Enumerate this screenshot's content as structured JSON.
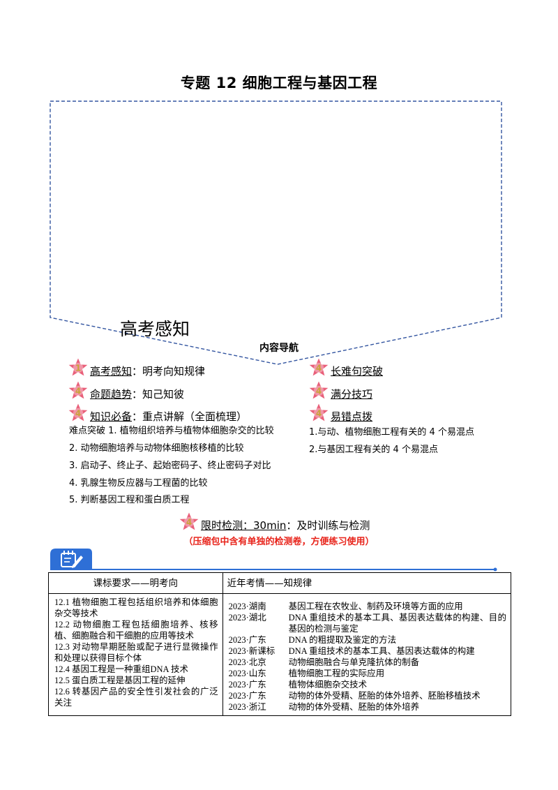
{
  "title": "专题 12 细胞工程与基因工程",
  "frame_heading": "高考感知",
  "nav": {
    "title": "内容导航",
    "left": [
      {
        "badge": "1",
        "keyword": "高考感知",
        "rest": "：明考向知规律"
      },
      {
        "badge": "4",
        "keyword": "命题趋势",
        "rest": "：知己知彼"
      },
      {
        "badge": "4",
        "keyword": "知识必备",
        "rest": "：重点讲解（全面梳理）"
      }
    ],
    "right": [
      {
        "badge": "4",
        "keyword": "长难句突破"
      },
      {
        "badge": "4",
        "keyword": "满分技巧"
      },
      {
        "badge": "4",
        "keyword": "易错点拨"
      }
    ],
    "left_subs": [
      "难点突破 1. 植物组织培养与植物体细胞杂交的比较",
      "2. 动物细胞培养与动物体细胞核移植的比较",
      "3. 启动子、终止子、起始密码子、终止密码子对比",
      "4. 乳腺生物反应器与工程菌的比较",
      "5. 判断基因工程和蛋白质工程"
    ],
    "right_subs": [
      "1.与动、植物细胞工程有关的 4 个易混点",
      "2.与基因工程有关的 4 个易混点"
    ],
    "timed": {
      "badge": "4",
      "keyword": "限时检测：30min",
      "rest": "：及时训练与检测"
    },
    "timed_note": "（压缩包中含有单独的检测卷，方便练习使用）"
  },
  "colors": {
    "star": "#e9607a",
    "badge_text": "#c9a43a",
    "note": "#e8241b",
    "frame": "#3355a0",
    "banner": "#2e6fd6"
  },
  "icons": {
    "badge": "star-badge-icon",
    "banner": "notebook-pen-icon"
  },
  "table": {
    "headers": [
      "课标要求——明考向",
      "近年考情——知规律"
    ],
    "requirements": [
      "12.1 植物细胞工程包括组织培养和体细胞杂交等技术",
      "12.2 动物细胞工程包括细胞培养、核移植、细胞融合和干细胞的应用等技术",
      "12.3 对动物早期胚胎或配子进行显微操作和处理以获得目标个体",
      "12.4 基因工程是一种重组DNA 技术",
      "12.5 蛋白质工程是基因工程的延伸",
      "12.6 转基因产品的安全性引发社会的广泛关注"
    ],
    "exams": [
      {
        "src": "2023·湖南",
        "text": "基因工程在农牧业、制药及环境等方面的应用"
      },
      {
        "src": "2023·湖北",
        "text": "DNA 重组技术的基本工具、基因表达载体的构建、目的基因的检测与鉴定"
      },
      {
        "src": "2023·广东",
        "text": "DNA 的粗提取及鉴定的方法"
      },
      {
        "src": "2023·新课标",
        "text": "DNA 重组技术的基本工具、基因表达载体的构建"
      },
      {
        "src": "2023·北京",
        "text": "动物细胞融合与单克隆抗体的制备"
      },
      {
        "src": "2023·山东",
        "text": "植物细胞工程的实际应用"
      },
      {
        "src": "2023·广东",
        "text": "植物体细胞杂交技术"
      },
      {
        "src": "2023·广东",
        "text": "动物的体外受精、胚胎的体外培养、胚胎移植技术"
      },
      {
        "src": "2023·浙江",
        "text": "动物的体外受精、胚胎的体外培养"
      }
    ]
  }
}
